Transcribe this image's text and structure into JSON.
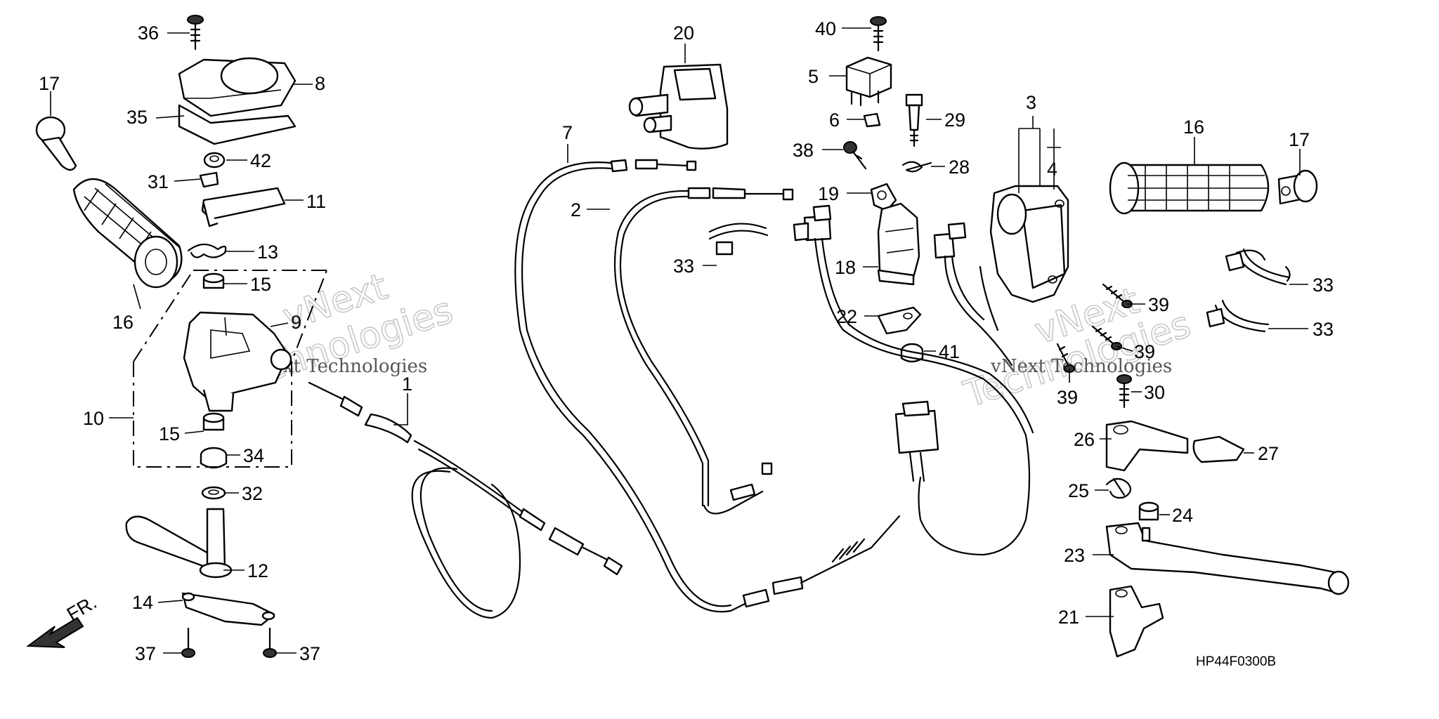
{
  "diagram": {
    "drawing_code": "HP44F0300B",
    "front_marker": "FR.",
    "watermark": {
      "big": [
        "vNext",
        "Technologies"
      ],
      "small": "vNext Technologies"
    },
    "callouts": [
      "17",
      "36",
      "8",
      "35",
      "42",
      "31",
      "11",
      "13",
      "16",
      "15",
      "9",
      "10",
      "15",
      "34",
      "32",
      "12",
      "14",
      "37",
      "37",
      "1",
      "7",
      "2",
      "20",
      "33",
      "40",
      "5",
      "6",
      "29",
      "38",
      "28",
      "19",
      "18",
      "22",
      "41",
      "3",
      "4",
      "16",
      "17",
      "33",
      "33",
      "39",
      "39",
      "39",
      "30",
      "26",
      "27",
      "25",
      "24",
      "23",
      "21"
    ]
  }
}
